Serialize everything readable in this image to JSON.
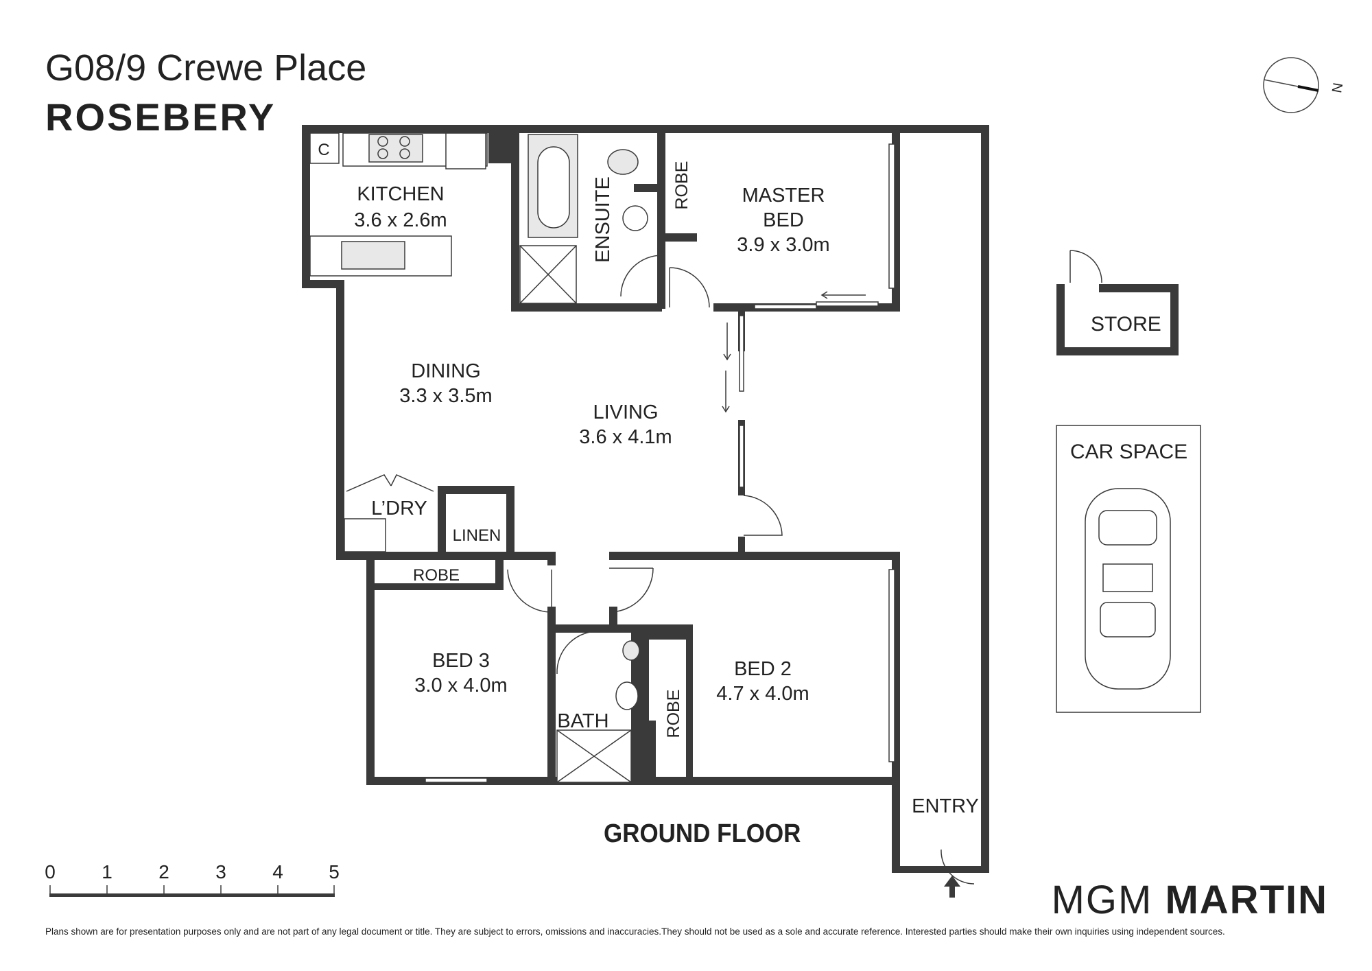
{
  "header": {
    "address": "G08/9 Crewe Place",
    "suburb": "ROSEBERY"
  },
  "compass": {
    "label": "N"
  },
  "rooms": {
    "kitchen": {
      "name": "KITCHEN",
      "size": "3.6 x 2.6m"
    },
    "ensuite": {
      "name": "ENSUITE"
    },
    "robe_master": {
      "name": "ROBE"
    },
    "master_bed": {
      "name": "MASTER",
      "name2": "BED",
      "size": "3.9 x 3.0m"
    },
    "dining": {
      "name": "DINING",
      "size": "3.3 x 3.5m"
    },
    "living": {
      "name": "LIVING",
      "size": "3.6 x 4.1m"
    },
    "laundry": {
      "name": "L’DRY"
    },
    "linen": {
      "name": "LINEN"
    },
    "robe_bed3": {
      "name": "ROBE"
    },
    "bed3": {
      "name": "BED 3",
      "size": "3.0 x 4.0m"
    },
    "bath": {
      "name": "BATH"
    },
    "robe_bed2": {
      "name": "ROBE"
    },
    "bed2": {
      "name": "BED 2",
      "size": "4.7 x 4.0m"
    },
    "entry": {
      "name": "ENTRY"
    },
    "cupboard": {
      "name": "C"
    }
  },
  "store": {
    "name": "STORE"
  },
  "car_space": {
    "name": "CAR SPACE"
  },
  "floor_label": "GROUND FLOOR",
  "scale_bar": {
    "ticks": [
      "0",
      "1",
      "2",
      "3",
      "4",
      "5"
    ]
  },
  "brand": {
    "part1": "MGM",
    "part2": "MARTIN"
  },
  "disclaimer": "Plans shown are for presentation purposes only and are not part of any legal document or title. They are subject to errors, omissions and inaccuracies.They should not be used as a sole and accurate reference. Interested parties should make their own inquiries using independent sources.",
  "colors": {
    "wall": "#3a3a3a",
    "fixture_fill": "#e8e8e8",
    "text": "#222222"
  }
}
